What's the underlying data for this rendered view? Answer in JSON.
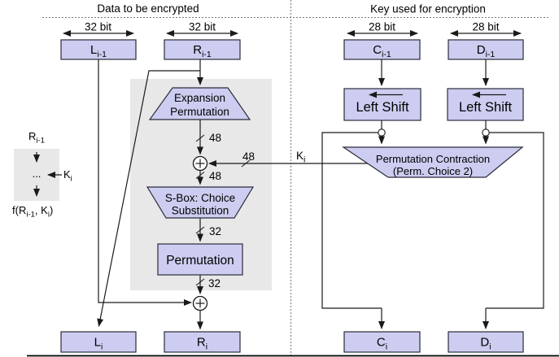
{
  "headers": {
    "left_title": "Data to be encrypted",
    "right_title": "Key used for encryption"
  },
  "bit_width_labels": {
    "l_prev": "32 bit",
    "r_prev": "32 bit",
    "c_prev": "28 bit",
    "d_prev": "28 bit"
  },
  "registers": {
    "l_prev": {
      "main": "L",
      "sub": "i-1"
    },
    "r_prev": {
      "main": "R",
      "sub": "i-1"
    },
    "c_prev": {
      "main": "C",
      "sub": "i-1"
    },
    "d_prev": {
      "main": "D",
      "sub": "i-1"
    },
    "l_next": {
      "main": "L",
      "sub": "i"
    },
    "r_next": {
      "main": "R",
      "sub": "i"
    },
    "c_next": {
      "main": "C",
      "sub": "i"
    },
    "d_next": {
      "main": "D",
      "sub": "i"
    }
  },
  "blocks": {
    "expansion_permutation": {
      "line1": "Expansion",
      "line2": "Permutation"
    },
    "sbox": {
      "line1": "S-Box: Choice",
      "line2": "Substitution"
    },
    "permutation": {
      "label": "Permutation"
    },
    "left_shift_c": {
      "label": "Left Shift"
    },
    "left_shift_d": {
      "label": "Left Shift"
    },
    "permutation_contraction": {
      "line1": "Permutation Contraction",
      "line2": "(Perm. Choice 2)"
    }
  },
  "bus_widths": {
    "expansion_out": "48",
    "subkey": "48",
    "xor_out": "48",
    "sbox_out": "32",
    "permutation_out": "32"
  },
  "subkey_label": {
    "main": "K",
    "sub": "i"
  },
  "mini_legend": {
    "input": {
      "main": "R",
      "sub": "i-1"
    },
    "dots": "...",
    "key": {
      "main": "K",
      "sub": "i"
    },
    "output": {
      "p1": "f(R",
      "s1": "i-1",
      "p2": ", K",
      "s2": "i",
      "p3": ")"
    }
  },
  "colors": {
    "node_fill": "#cdcdf1",
    "node_stroke": "#2b2b3b",
    "panel_gray": "#e8e8e8",
    "wire": "#1a1a1a"
  }
}
